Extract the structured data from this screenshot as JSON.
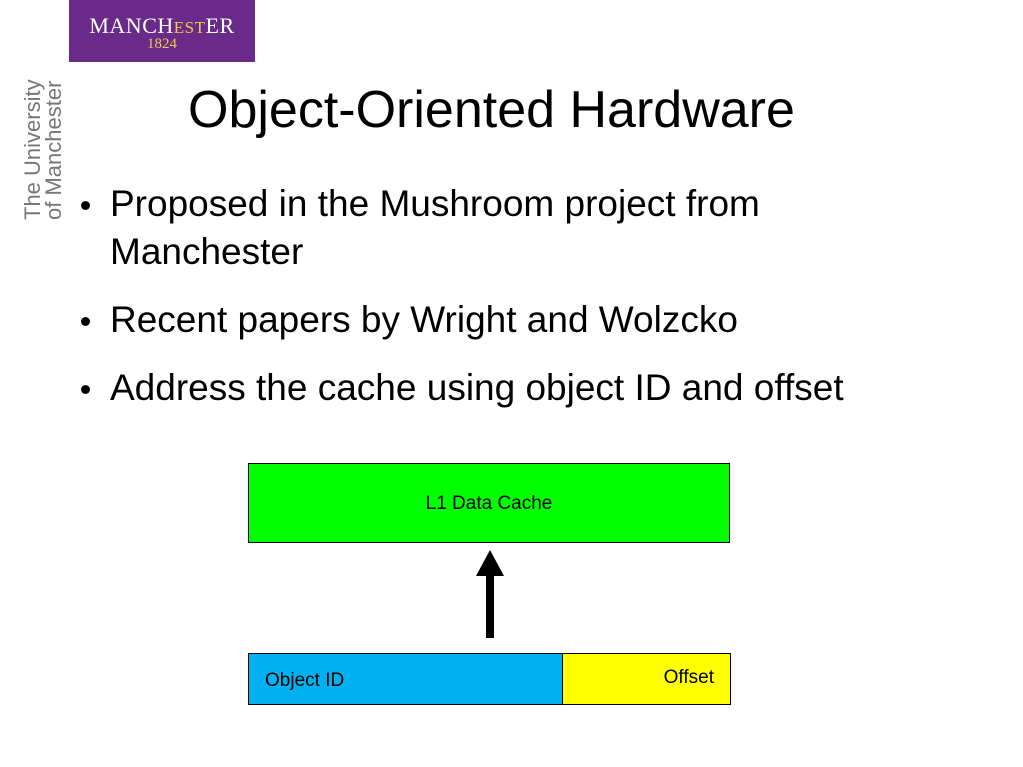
{
  "logo": {
    "name_prefix": "MANCH",
    "name_es": "EST",
    "name_suffix": "ER",
    "year": "1824",
    "brand_color": "#6a2a8a",
    "accent_color": "#f3c84a"
  },
  "side_label": {
    "line1": "The University",
    "line2": "of Manchester"
  },
  "title": "Object-Oriented Hardware",
  "bullets": [
    "Proposed in the Mushroom project from Manchester",
    "Recent papers by Wright and Wolzcko",
    "Address the cache using object ID and offset"
  ],
  "diagram": {
    "cache_label": "L1 Data Cache",
    "object_id_label": "Object ID",
    "offset_label": "Offset",
    "cache_color": "#00ff00",
    "object_id_color": "#00b0f0",
    "offset_color": "#ffff00"
  }
}
